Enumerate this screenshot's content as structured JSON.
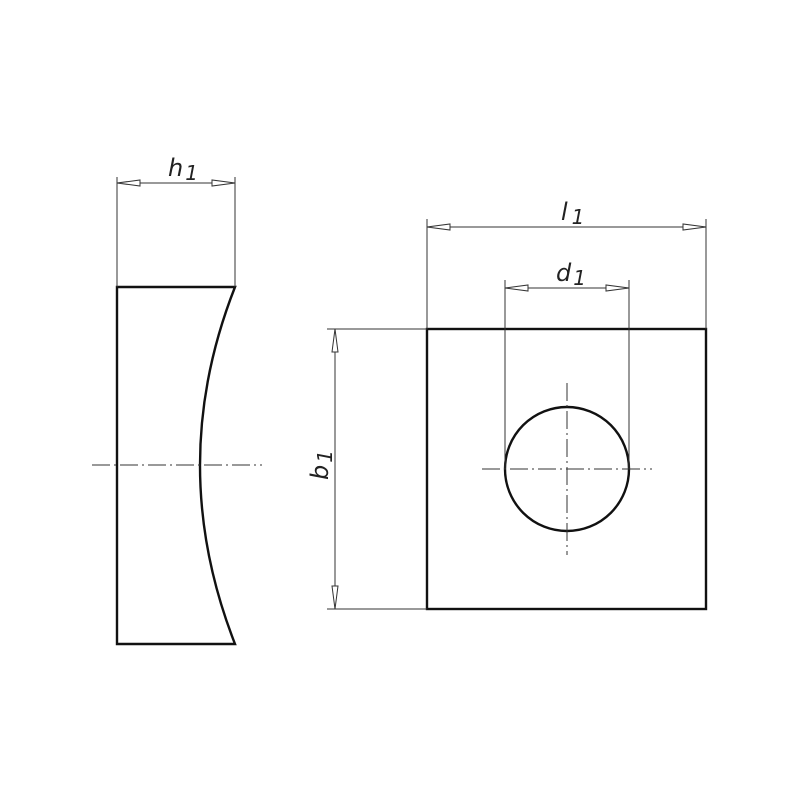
{
  "labels": {
    "h1": {
      "main": "h",
      "sub": "1"
    },
    "l1": {
      "main": "l",
      "sub": "1"
    },
    "d1": {
      "main": "d",
      "sub": "1"
    },
    "b1": {
      "main": "b",
      "sub": "1"
    }
  },
  "colors": {
    "line": "#111111",
    "background": "#ffffff"
  }
}
